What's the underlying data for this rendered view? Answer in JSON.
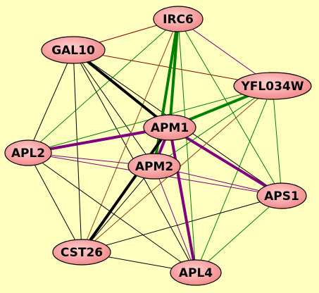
{
  "colors": {
    "background": "#ffffc0",
    "edge_black": "#000000",
    "edge_green": "#008000",
    "edge_purple": "#800080",
    "edge_brown": "#8b4513",
    "edge_darkred": "#8b0000",
    "node_fill_light": "#ffd0d0",
    "node_fill_dark": "#f08080"
  },
  "nodes": [
    {
      "id": "IRC6",
      "label": "IRC6"
    },
    {
      "id": "GAL10",
      "label": "GAL10"
    },
    {
      "id": "YFL034W",
      "label": "YFL034W"
    },
    {
      "id": "APM1",
      "label": "APM1"
    },
    {
      "id": "APL2",
      "label": "APL2"
    },
    {
      "id": "APM2",
      "label": "APM2"
    },
    {
      "id": "APS1",
      "label": "APS1"
    },
    {
      "id": "CST26",
      "label": "CST26"
    },
    {
      "id": "APL4",
      "label": "APL4"
    }
  ],
  "edges": [
    {
      "source": "GAL10",
      "target": "IRC6",
      "color": "darkred",
      "weight": "thin"
    },
    {
      "source": "GAL10",
      "target": "YFL034W",
      "color": "darkred",
      "weight": "thin"
    },
    {
      "source": "GAL10",
      "target": "APM1",
      "color": "black",
      "weight": "thick"
    },
    {
      "source": "GAL10",
      "target": "APM2",
      "color": "black",
      "weight": "thin"
    },
    {
      "source": "GAL10",
      "target": "APS1",
      "color": "black",
      "weight": "thin"
    },
    {
      "source": "GAL10",
      "target": "APL2",
      "color": "black",
      "weight": "thin"
    },
    {
      "source": "GAL10",
      "target": "CST26",
      "color": "black",
      "weight": "thin"
    },
    {
      "source": "GAL10",
      "target": "APL4",
      "color": "black",
      "weight": "thin"
    },
    {
      "source": "IRC6",
      "target": "YFL034W",
      "color": "purple",
      "weight": "thin"
    },
    {
      "source": "IRC6",
      "target": "APM1",
      "color": "green",
      "weight": "thick"
    },
    {
      "source": "IRC6",
      "target": "APM2",
      "color": "green",
      "weight": "thick"
    },
    {
      "source": "IRC6",
      "target": "APL2",
      "color": "green",
      "weight": "thin"
    },
    {
      "source": "IRC6",
      "target": "APS1",
      "color": "green",
      "weight": "thin"
    },
    {
      "source": "IRC6",
      "target": "CST26",
      "color": "brown",
      "weight": "thin"
    },
    {
      "source": "IRC6",
      "target": "APL4",
      "color": "green",
      "weight": "thin"
    },
    {
      "source": "YFL034W",
      "target": "APM1",
      "color": "green",
      "weight": "thick"
    },
    {
      "source": "YFL034W",
      "target": "APL2",
      "color": "green",
      "weight": "thin"
    },
    {
      "source": "YFL034W",
      "target": "APM2",
      "color": "green",
      "weight": "thin"
    },
    {
      "source": "YFL034W",
      "target": "APS1",
      "color": "green",
      "weight": "thin"
    },
    {
      "source": "YFL034W",
      "target": "CST26",
      "color": "brown",
      "weight": "thin"
    },
    {
      "source": "YFL034W",
      "target": "APL4",
      "color": "green",
      "weight": "thin"
    },
    {
      "source": "APM1",
      "target": "APL2",
      "color": "purple",
      "weight": "thick"
    },
    {
      "source": "APM1",
      "target": "APS1",
      "color": "purple",
      "weight": "thick"
    },
    {
      "source": "APM1",
      "target": "APL4",
      "color": "purple",
      "weight": "thick"
    },
    {
      "source": "APM1",
      "target": "APM2",
      "color": "purple",
      "weight": "thick"
    },
    {
      "source": "APM1",
      "target": "CST26",
      "color": "black",
      "weight": "thick"
    },
    {
      "source": "APL2",
      "target": "APM2",
      "color": "purple",
      "weight": "thin"
    },
    {
      "source": "APL2",
      "target": "APS1",
      "color": "purple",
      "weight": "thin"
    },
    {
      "source": "APL2",
      "target": "CST26",
      "color": "black",
      "weight": "thin"
    },
    {
      "source": "APL2",
      "target": "APL4",
      "color": "black",
      "weight": "thin"
    },
    {
      "source": "APM2",
      "target": "APS1",
      "color": "purple",
      "weight": "thin"
    },
    {
      "source": "APM2",
      "target": "APL4",
      "color": "purple",
      "weight": "thin"
    },
    {
      "source": "APM2",
      "target": "CST26",
      "color": "black",
      "weight": "thin"
    },
    {
      "source": "APS1",
      "target": "CST26",
      "color": "black",
      "weight": "thin"
    },
    {
      "source": "APS1",
      "target": "APL4",
      "color": "green",
      "weight": "thin"
    },
    {
      "source": "CST26",
      "target": "APL4",
      "color": "black",
      "weight": "thin"
    }
  ]
}
